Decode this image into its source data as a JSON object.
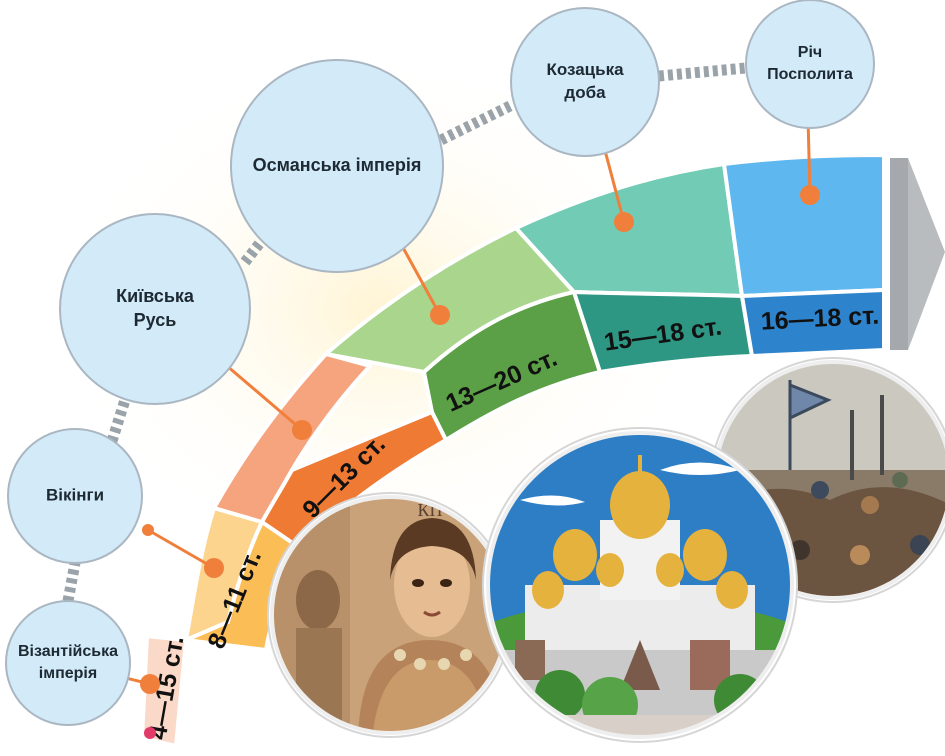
{
  "periods": [
    {
      "id": "byzantine",
      "name_lines": [
        "Візантійська",
        "імперія"
      ],
      "range": "4—15 ст."
    },
    {
      "id": "vikings",
      "name_lines": [
        "Вікінги"
      ],
      "range": "8—11 ст."
    },
    {
      "id": "kyivan-rus",
      "name_lines": [
        "Київська",
        "Русь"
      ],
      "range": "9—13 ст."
    },
    {
      "id": "ottoman",
      "name_lines": [
        "Османська імперія"
      ],
      "range": "13—20 ст."
    },
    {
      "id": "cossack",
      "name_lines": [
        "Козацька",
        "доба"
      ],
      "range": "15—18 ст."
    },
    {
      "id": "commonwealth",
      "name_lines": [
        "Річ",
        "Посполита"
      ],
      "range": "16—18 ст."
    }
  ],
  "images": [
    {
      "id": "mosaic",
      "depicts": "mosaic-portrait",
      "inscription": "КП"
    },
    {
      "id": "monastery",
      "depicts": "monastery-domes"
    },
    {
      "id": "battle",
      "depicts": "battle-painting"
    }
  ],
  "colors": {
    "circle_fill": "#d3eaf8",
    "circle_stroke": "#aab7c2",
    "connector": "#f07f3c",
    "dash": "#9aa3a9",
    "band_tops": [
      "#fbd9c9",
      "#fdd48e",
      "#f6a47e",
      "#a9d58d",
      "#72cbb4",
      "#5fb7ef"
    ],
    "band_bottoms": [
      "#f6bba7",
      "#fbbd55",
      "#ef7a34",
      "#5ba046",
      "#2e9783",
      "#2d83cc"
    ],
    "arrow": "#b9bcbf"
  }
}
